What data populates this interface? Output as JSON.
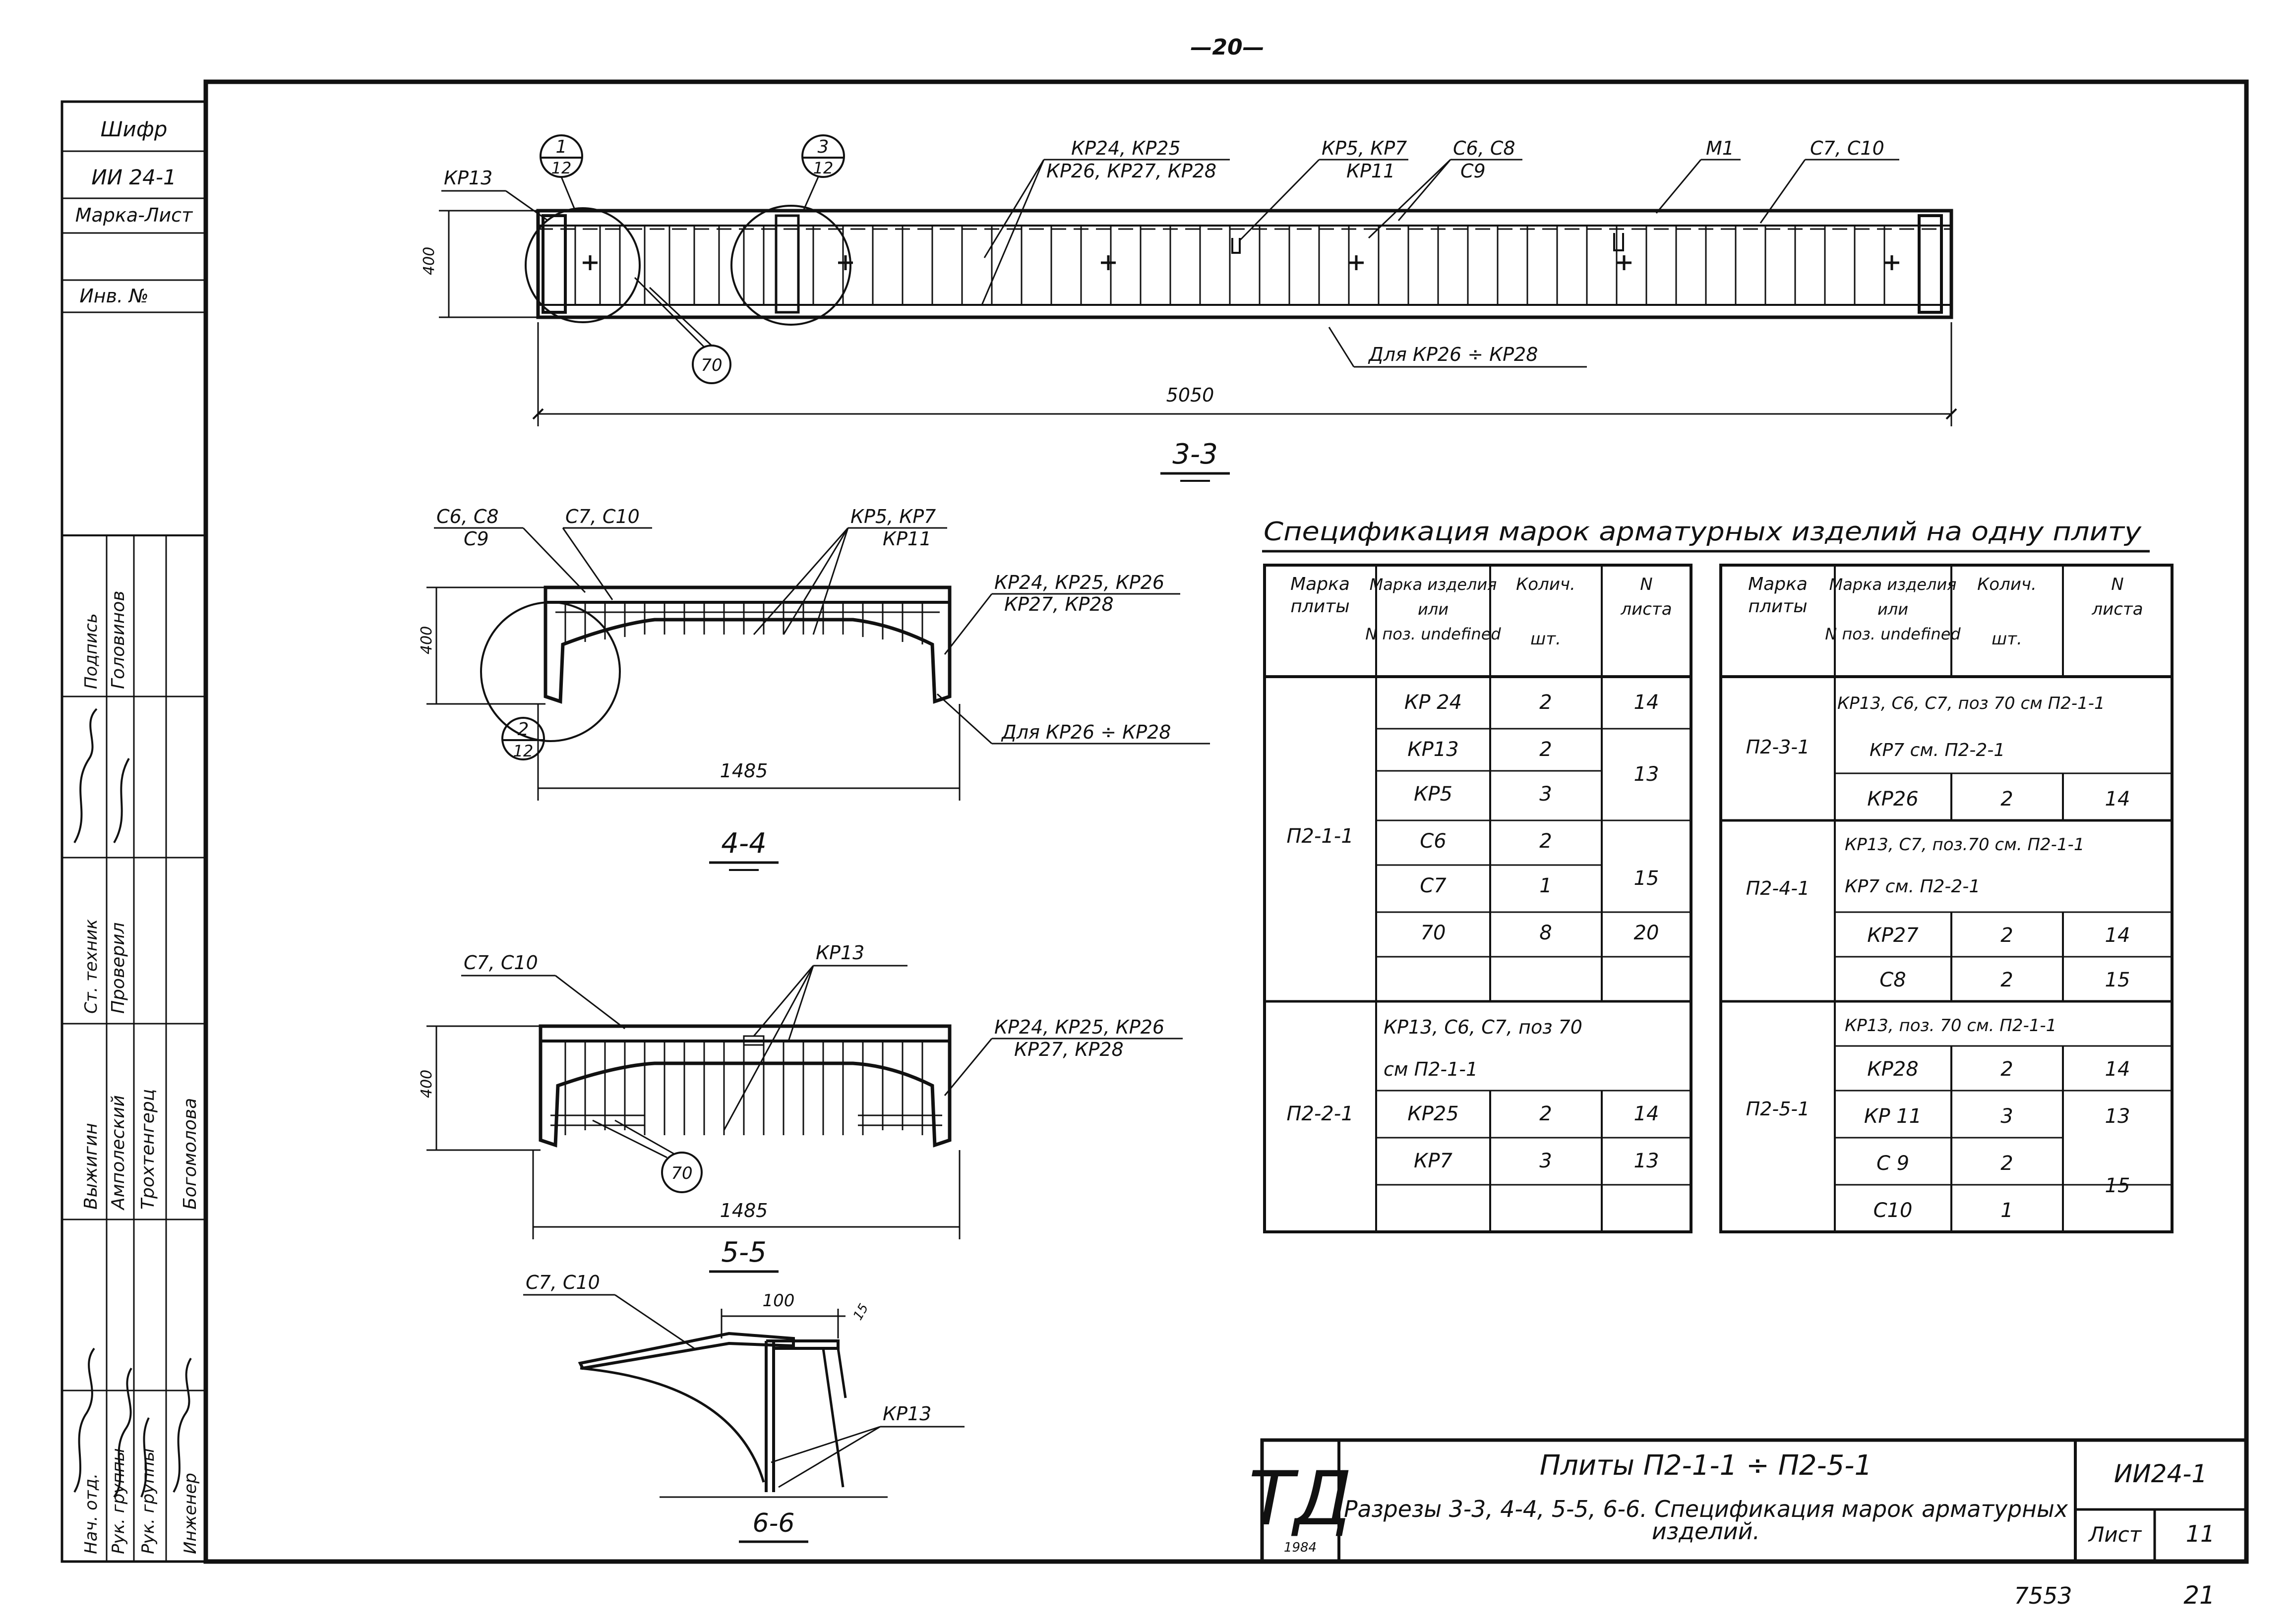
{
  "header": {
    "page_number": "—20—"
  },
  "side_stamp": {
    "cipher_label": "Шифр",
    "cipher_value": "ИИ 24-1",
    "mark_sheet_label": "Марка-Лист",
    "inv_label": "Инв. №",
    "roles": [
      {
        "title": "Нач. отд.",
        "name": "Выжигин"
      },
      {
        "title": "Рук. группы",
        "name": "Амполеский"
      },
      {
        "title": "Рук. группы",
        "name": "Трохтенгерц"
      },
      {
        "title": "Инженер",
        "name": "Богомолова"
      },
      {
        "title": "Ст. техник",
        "name": "Проверил"
      },
      {
        "title": "Подпись",
        "name": "Головинов"
      }
    ]
  },
  "section_3_3": {
    "title": "3-3",
    "callout_1": {
      "top": "1",
      "bottom": "12"
    },
    "callout_3": {
      "top": "3",
      "bottom": "12"
    },
    "labels": {
      "kr13": "КР13",
      "kr24_25": "КР24, КР25",
      "kr26_28": "КР26, КР27, КР28",
      "kr5_7": "КР5, КР7",
      "kr11": "КР11",
      "c6_c8": "С6, С8",
      "c9": "С9",
      "m1": "М1",
      "c7_c10": "С7, С10",
      "for_kr": "Для  КР26 ÷ КР28",
      "pos70": "70"
    },
    "dim_length": "5050",
    "dim_height": "400"
  },
  "section_4_4": {
    "title": "4-4",
    "callout_2": {
      "top": "2",
      "bottom": "12"
    },
    "labels": {
      "c6_c8": "С6, С8",
      "c9": "С9",
      "c7_c10": "С7, С10",
      "kr5_7": "КР5, КР7",
      "kr11": "КР11",
      "kr24_26": "КР24, КР25, КР26",
      "kr27_28": "КР27, КР28",
      "for_kr": "Для КР26 ÷ КР28"
    },
    "dim_width": "1485",
    "dim_height": "400"
  },
  "section_5_5": {
    "title": "5-5",
    "labels": {
      "c7_c10": "С7, С10",
      "kr13": "КР13",
      "kr24_26": "КР24, КР25, КР26",
      "kr27_28": "КР27, КР28",
      "pos70": "70"
    },
    "dim_width": "1485",
    "dim_height": "400"
  },
  "section_6_6": {
    "title": "6-6",
    "labels": {
      "c7_c10": "С7, С10",
      "kr13": "КР13"
    },
    "dim_100": "100",
    "dim_small": "15"
  },
  "spec": {
    "title": "Спецификация марок арматурных изделий на одну плиту",
    "headers": {
      "plate": "Марка плиты",
      "item": "Марка изделия или N поз.",
      "qty": "Колич. шт.",
      "sheet": "N листа"
    },
    "left": [
      {
        "plate": "П2-1-1",
        "items": [
          {
            "item": "КР 24",
            "qty": "2",
            "sheet": "14"
          },
          {
            "item": "КР13",
            "qty": "2",
            "sheet": "13"
          },
          {
            "item": "КР5",
            "qty": "3",
            "sheet": ""
          },
          {
            "item": "С6",
            "qty": "2",
            "sheet": "15"
          },
          {
            "item": "С7",
            "qty": "1",
            "sheet": ""
          },
          {
            "item": "70",
            "qty": "8",
            "sheet": "20"
          }
        ]
      },
      {
        "plate": "П2-2-1",
        "note": "КР13, С6, С7, поз 70 см П2-1-1",
        "items": [
          {
            "item": "КР25",
            "qty": "2",
            "sheet": "14"
          },
          {
            "item": "КР7",
            "qty": "3",
            "sheet": "13"
          }
        ]
      }
    ],
    "right": [
      {
        "plate": "П2-3-1",
        "note1": "КР13, С6, С7, поз 70 см П2-1-1",
        "note2": "КР7 см. П2-2-1",
        "items": [
          {
            "item": "КР26",
            "qty": "2",
            "sheet": "14"
          }
        ]
      },
      {
        "plate": "П2-4-1",
        "note1": "КР13, С7, поз.70 см. П2-1-1",
        "note2": "КР7 см. П2-2-1",
        "items": [
          {
            "item": "КР27",
            "qty": "2",
            "sheet": "14"
          },
          {
            "item": "С8",
            "qty": "2",
            "sheet": "15"
          }
        ]
      },
      {
        "plate": "П2-5-1",
        "note1": "КР13, поз. 70  см. П2-1-1",
        "items": [
          {
            "item": "КР28",
            "qty": "2",
            "sheet": "14"
          },
          {
            "item": "КР 11",
            "qty": "3",
            "sheet": "13"
          },
          {
            "item": "С 9",
            "qty": "2",
            "sheet": "15"
          },
          {
            "item": "С10",
            "qty": "1",
            "sheet": ""
          }
        ]
      }
    ]
  },
  "title_block": {
    "logo": "ТД",
    "year": "1984",
    "title": "Плиты П2-1-1 ÷ П2-5-1",
    "subtitle_1": "Разрезы 3-3, 4-4, 5-5, 6-6. Спецификация марок арматурных",
    "subtitle_2": "изделий.",
    "code": "ИИ24-1",
    "sheet_label": "Лист",
    "sheet_no": "11"
  },
  "footer": {
    "ref_1": "7553",
    "ref_2": "21"
  }
}
